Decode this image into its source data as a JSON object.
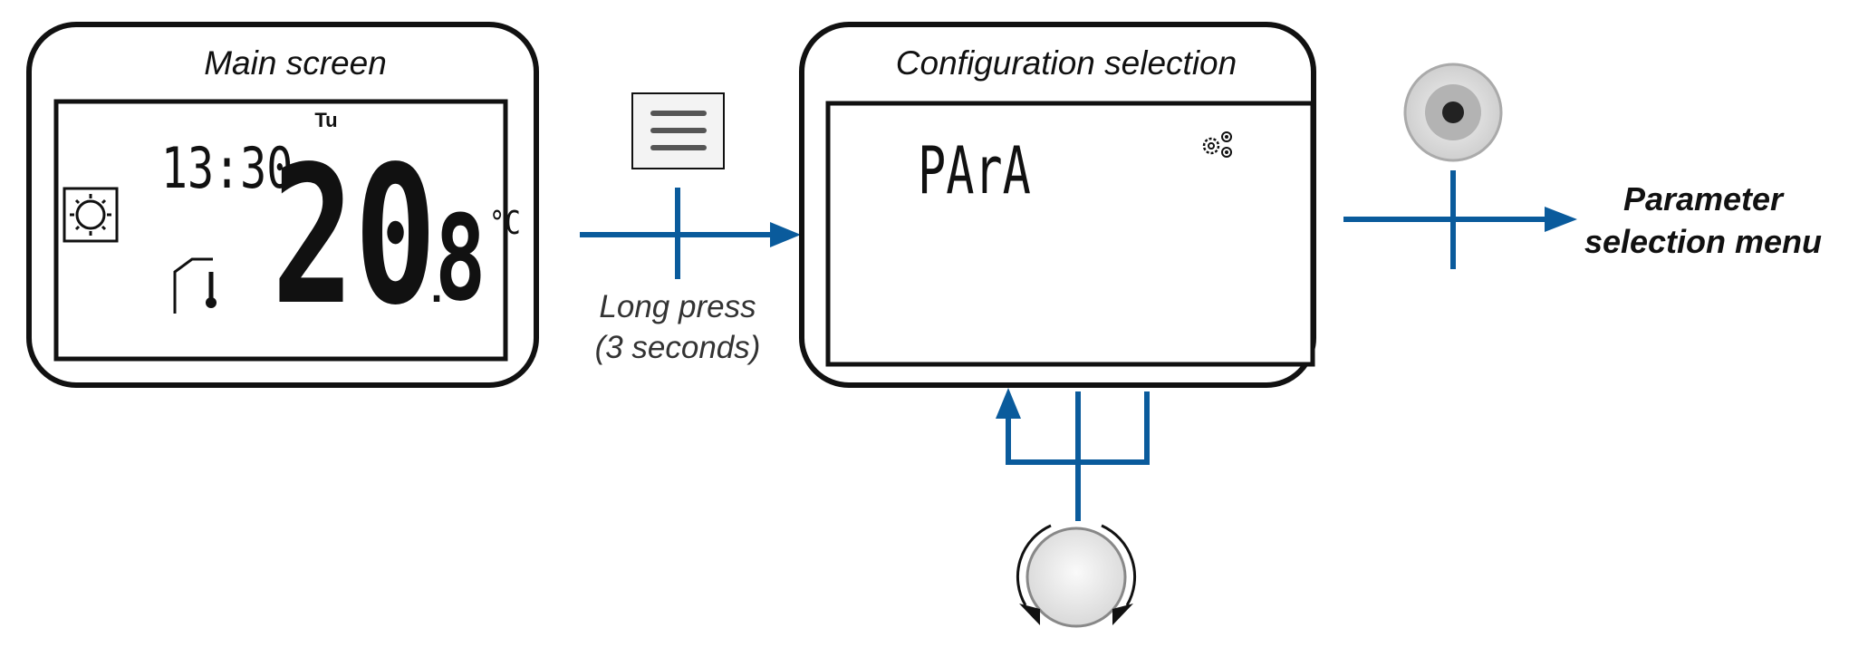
{
  "main_screen": {
    "title": "Main screen",
    "day": "Tu",
    "time": "13:30",
    "temp_int": "20",
    "temp_dec": "8",
    "unit": "°C"
  },
  "config_screen": {
    "title": "Configuration selection",
    "display_text": "PArA"
  },
  "transition": {
    "caption_line1": "Long press",
    "caption_line2": "(3 seconds)"
  },
  "output": {
    "line1": "Parameter",
    "line2": "selection menu"
  },
  "icons": {
    "menu_button": "menu-button-icon",
    "ok_button": "ok-button-icon",
    "rotary_knob": "rotary-knob-icon",
    "sun": "sun-icon",
    "thermometer": "thermometer-icon",
    "gears": "gear-icon"
  },
  "colors": {
    "arrow": "#0a5b9c",
    "outline": "#111111"
  }
}
